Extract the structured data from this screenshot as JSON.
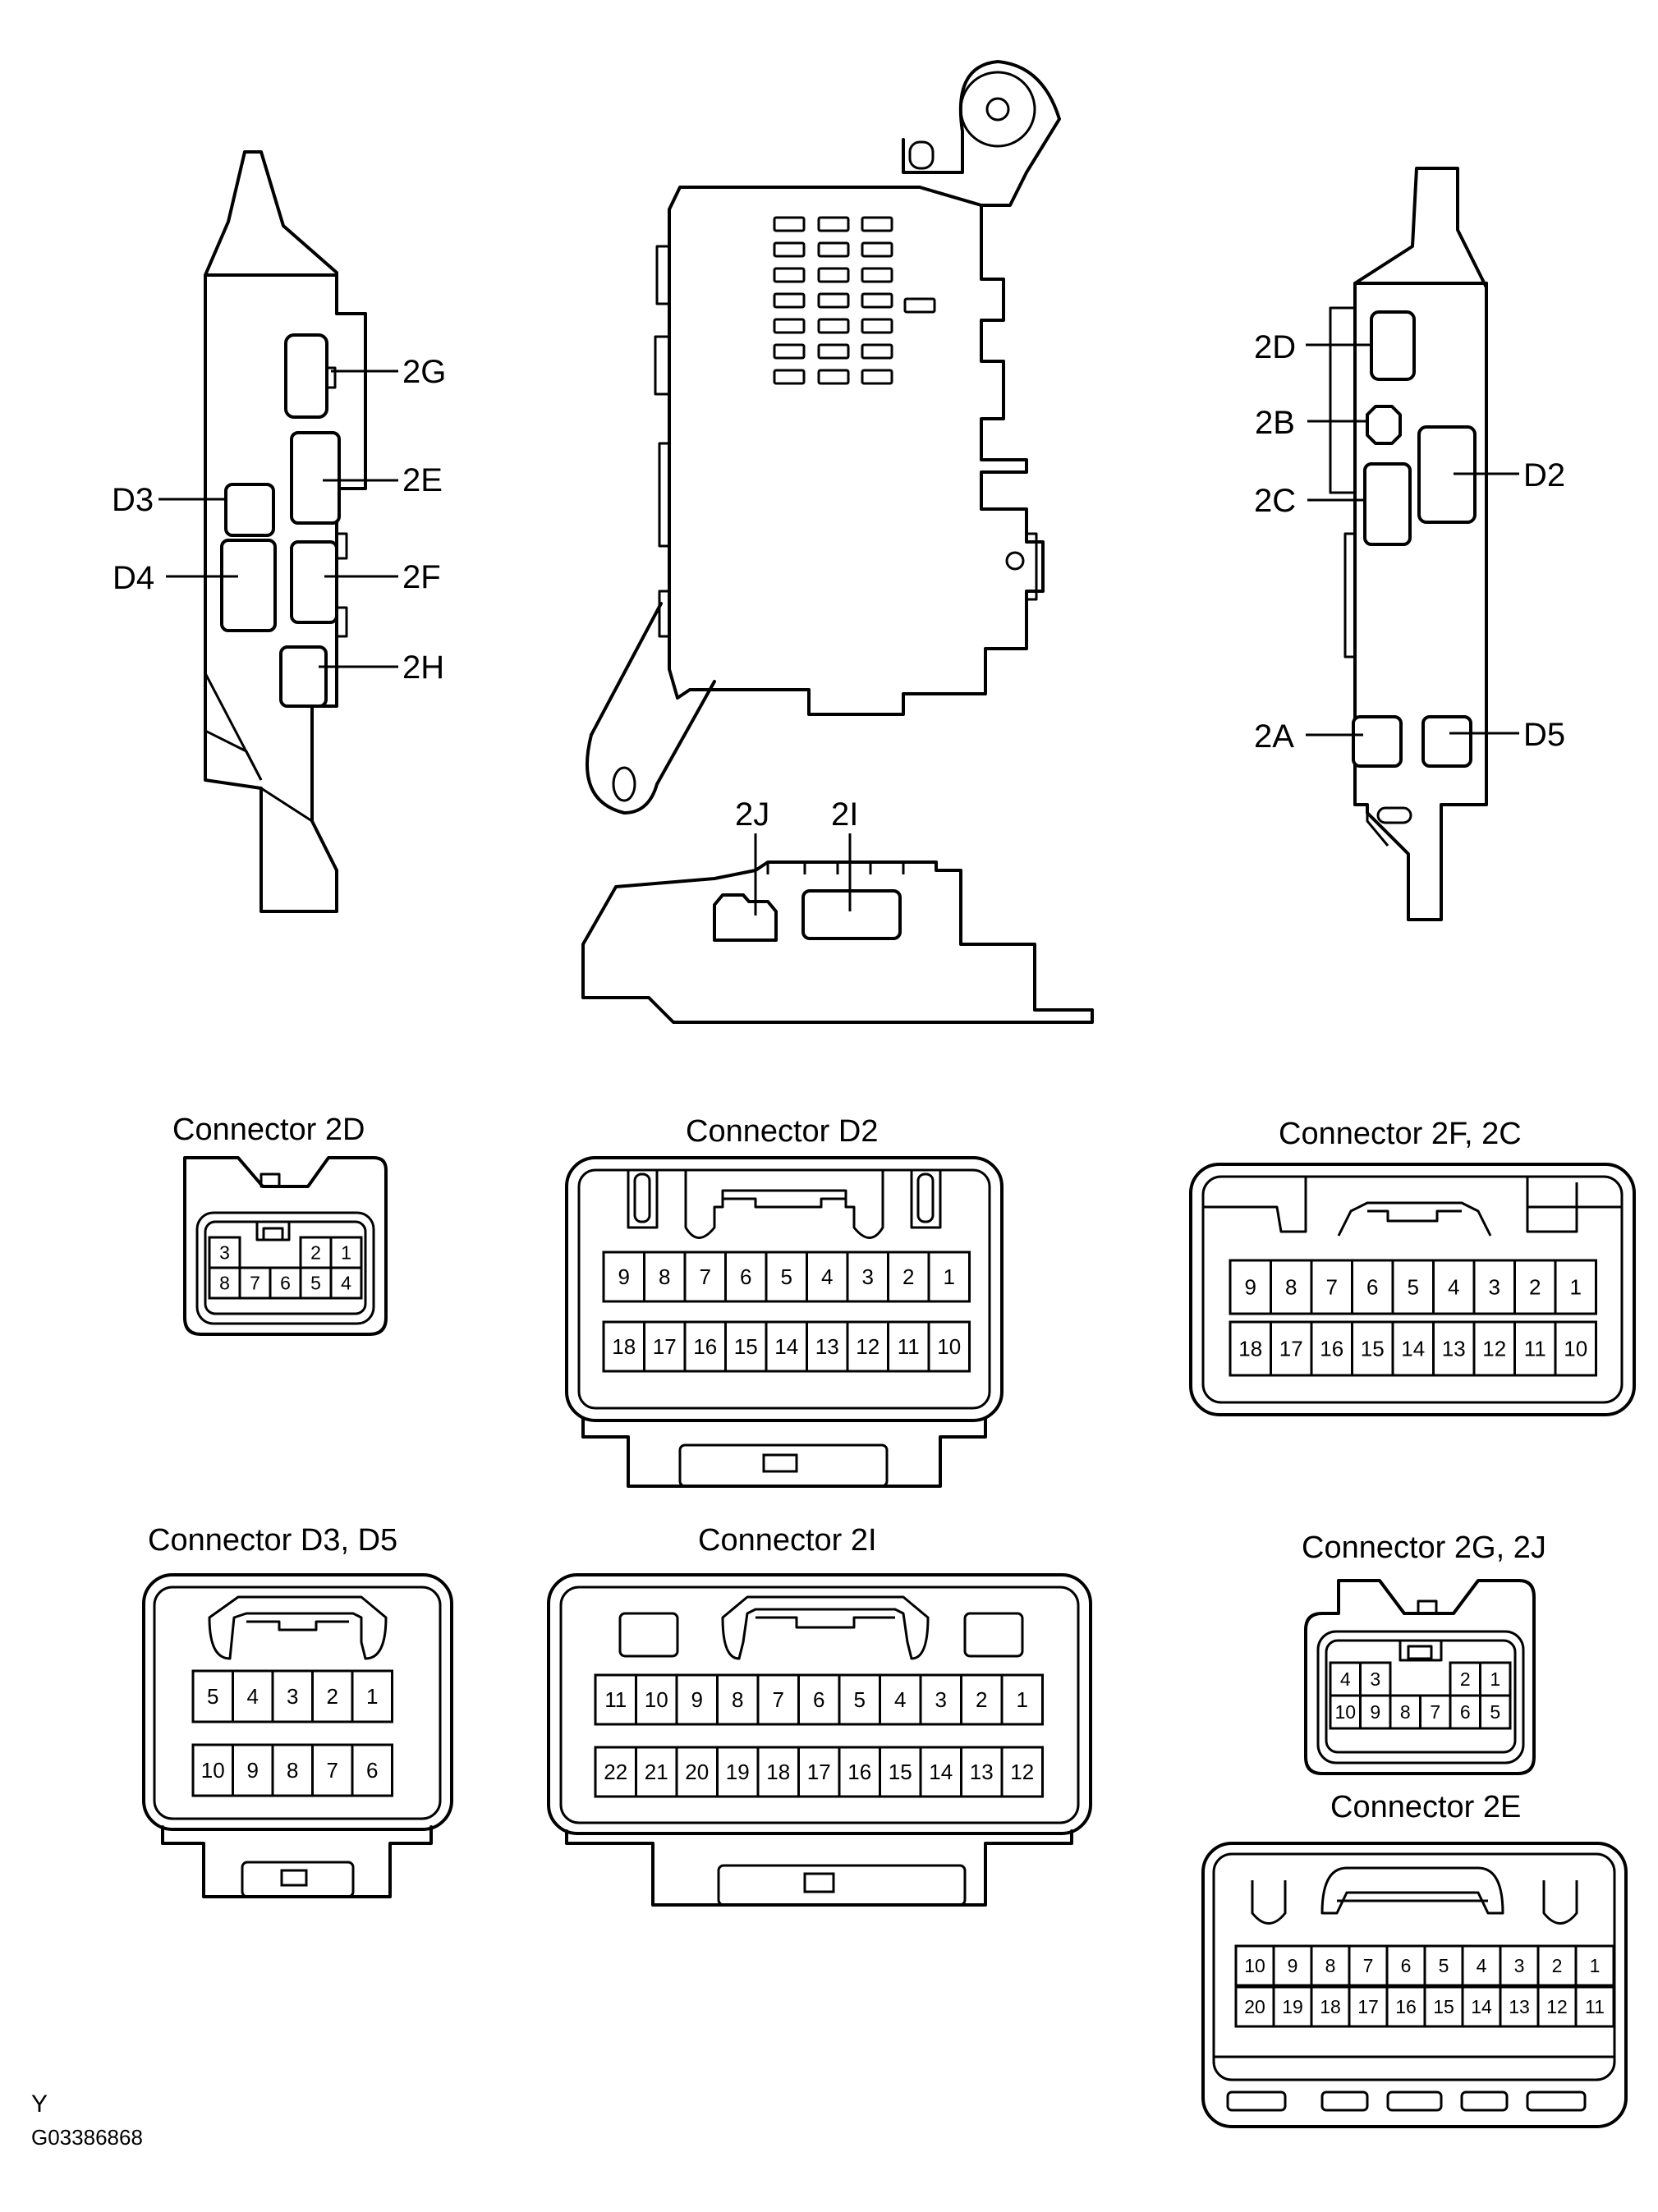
{
  "callouts": {
    "left": [
      "2G",
      "2E",
      "D3",
      "D4",
      "2F",
      "2H"
    ],
    "right": [
      "2D",
      "2B",
      "D2",
      "2C",
      "2A",
      "D5"
    ],
    "bottom": [
      "2J",
      "2I"
    ]
  },
  "connectors": {
    "c2D": {
      "title": "Connector 2D",
      "top": [
        "3",
        "",
        "",
        "2",
        "1"
      ],
      "bottom": [
        "8",
        "7",
        "6",
        "5",
        "4"
      ]
    },
    "cD2": {
      "title": "Connector D2",
      "top": [
        "9",
        "8",
        "7",
        "6",
        "5",
        "4",
        "3",
        "2",
        "1"
      ],
      "bottom": [
        "18",
        "17",
        "16",
        "15",
        "14",
        "13",
        "12",
        "11",
        "10"
      ]
    },
    "c2F2C": {
      "title": "Connector 2F, 2C",
      "top": [
        "9",
        "8",
        "7",
        "6",
        "5",
        "4",
        "3",
        "2",
        "1"
      ],
      "bottom": [
        "18",
        "17",
        "16",
        "15",
        "14",
        "13",
        "12",
        "11",
        "10"
      ]
    },
    "cD3D5": {
      "title": "Connector D3, D5",
      "top": [
        "5",
        "4",
        "3",
        "2",
        "1"
      ],
      "bottom": [
        "10",
        "9",
        "8",
        "7",
        "6"
      ]
    },
    "c2I": {
      "title": "Connector 2I",
      "top": [
        "11",
        "10",
        "9",
        "8",
        "7",
        "6",
        "5",
        "4",
        "3",
        "2",
        "1"
      ],
      "bottom": [
        "22",
        "21",
        "20",
        "19",
        "18",
        "17",
        "16",
        "15",
        "14",
        "13",
        "12"
      ]
    },
    "c2G2J": {
      "title": "Connector 2G, 2J",
      "top": [
        "4",
        "3",
        "",
        "",
        "2",
        "1"
      ],
      "bottom": [
        "10",
        "9",
        "8",
        "7",
        "6",
        "5"
      ]
    },
    "c2E": {
      "title": "Connector 2E",
      "top": [
        "10",
        "9",
        "8",
        "7",
        "6",
        "5",
        "4",
        "3",
        "2",
        "1"
      ],
      "bottom": [
        "20",
        "19",
        "18",
        "17",
        "16",
        "15",
        "14",
        "13",
        "12",
        "11"
      ]
    }
  },
  "footer": {
    "letter": "Y",
    "code": "G03386868"
  }
}
